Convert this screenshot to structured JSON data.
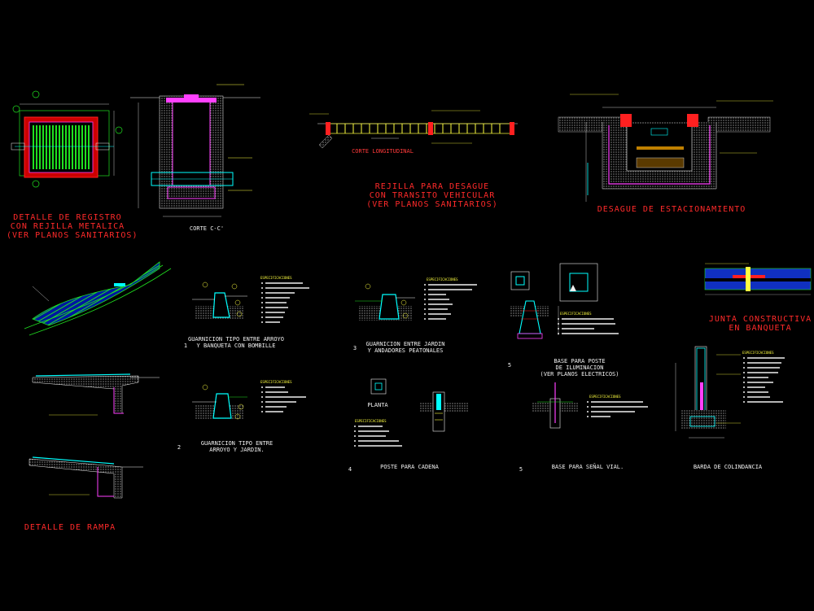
{
  "titles": {
    "registro": "DETALLE DE REGISTRO\nCON REJILLA METALICA\n(VER PLANOS SANITARIOS)",
    "rejilla": "REJILLA PARA DESAGUE\nCON TRANSITO VEHICULAR\n(VER PLANOS SANITARIOS)",
    "estacionamiento": "DESAGUE DE ESTACIONAMIENTO",
    "junta": "JUNTA CONSTRUCTIVA\nEN BANQUETA",
    "rampa": "DETALLE DE RAMPA"
  },
  "captions": {
    "corte_cc": "CORTE C-C'",
    "corte_longitudinal": "CORTE LONGITUDINAL",
    "guarnicion1": "GUARNICION TIPO ENTRE ARROYO\nY BANQUETA CON BOMBILLE",
    "guarnicion2": "GUARNICION TIPO ENTRE\nARROYO Y JARDIN.",
    "guarnicion3": "GUARNICION ENTRE JARDIN\nY ANDADORES PEATONALES",
    "base_poste": "BASE PARA POSTE\nDE ILUMINACION\n(VER PLANOS ELECTRICOS)",
    "poste_cadena": "POSTE PARA CADENA",
    "base_senal": "BASE PARA SEÑAL VIAL.",
    "barda": "BARDA DE COLINDANCIA",
    "planta": "PLANTA",
    "especificaciones": "ESPECIFICACIONES"
  },
  "numbers": [
    "1",
    "2",
    "3",
    "4",
    "5",
    "5"
  ],
  "icons": [
    "section-marker-icon",
    "spec-bullet-icon",
    "north-arrow-icon"
  ],
  "colors": {
    "background": "#000000",
    "title_red": "#ff2a2a",
    "green": "#20e020",
    "yellow": "#ffff40",
    "cyan": "#00ffff",
    "magenta": "#ff40ff",
    "white": "#f0f0f0",
    "blue": "#2040ff"
  }
}
